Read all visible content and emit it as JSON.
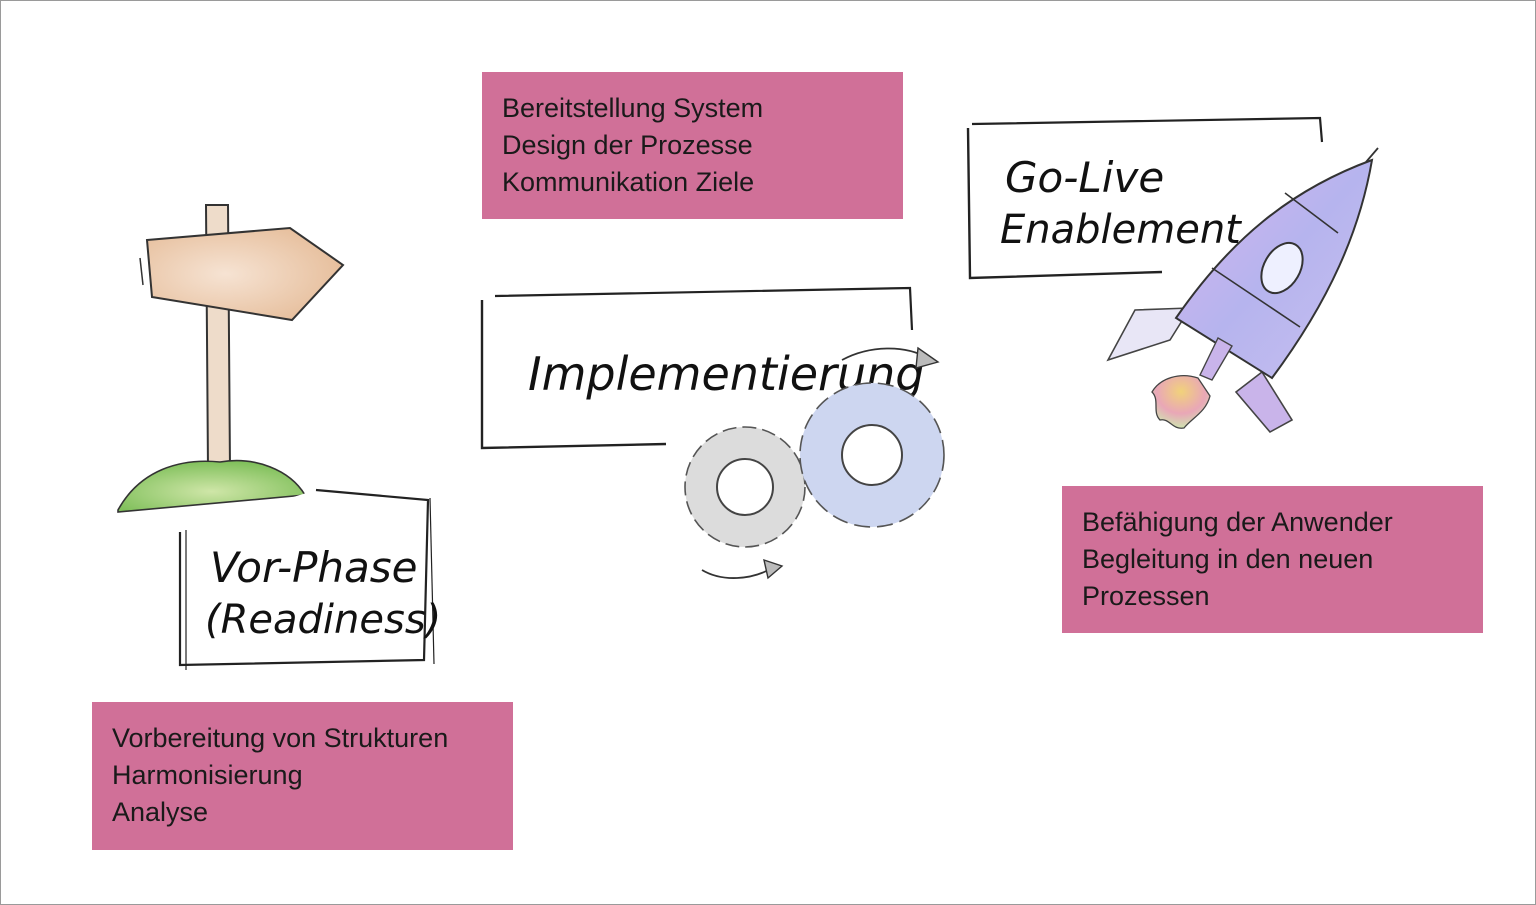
{
  "phases": [
    {
      "id": "vor-phase",
      "sign_lines": [
        "Vor-Phase",
        "(Readiness)"
      ],
      "icon": "signpost-icon",
      "tasks": [
        "Vorbereitung von Strukturen",
        "Harmonisierung",
        "Analyse"
      ]
    },
    {
      "id": "implementierung",
      "sign_lines": [
        "Implementierung"
      ],
      "icon": "gears-icon",
      "tasks": [
        "Bereitstellung System",
        "Design der Prozesse",
        "Kommunikation Ziele"
      ]
    },
    {
      "id": "go-live",
      "sign_lines": [
        "Go-Live",
        "Enablement"
      ],
      "icon": "rocket-icon",
      "tasks": [
        "Befähigung der Anwender",
        "Begleitung in den neuen",
        "Prozessen"
      ]
    }
  ],
  "colors": {
    "task_box": "#d07098",
    "gear_grey": "#cfcfcf",
    "gear_blue": "#b8c6ea",
    "rocket_body": "#a9a6e6",
    "signpost_wood": "#e9c9ad",
    "grass": "#7fbf5a"
  }
}
